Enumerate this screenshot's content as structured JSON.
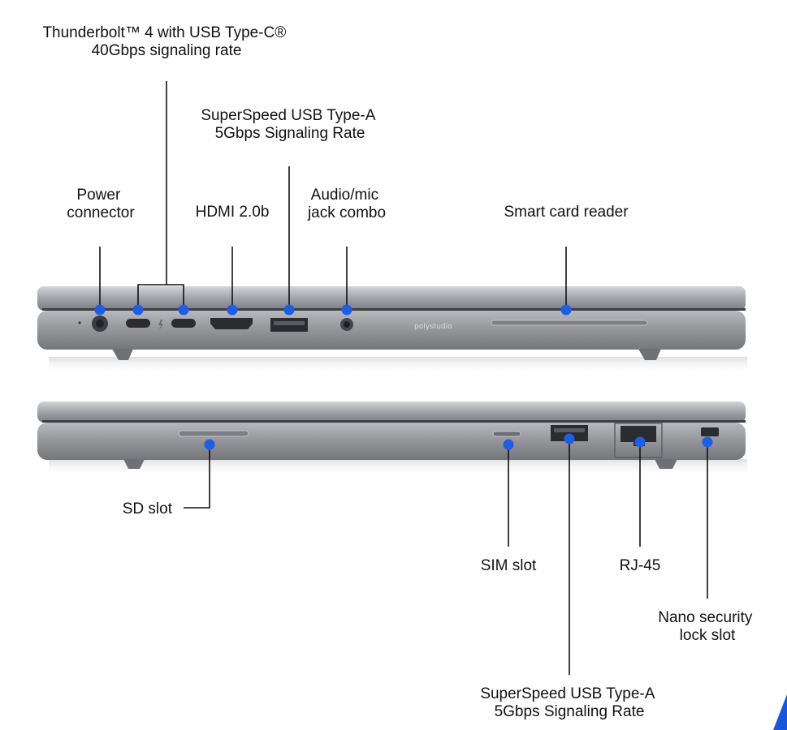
{
  "colors": {
    "dot": "#1b5ee8",
    "line": "#111111",
    "body": "#8e8f93",
    "body_dark": "#54555a",
    "accent": "#1a56db"
  },
  "labels": {
    "thunderbolt": [
      "Thunderbolt™ 4 with USB Type-C®",
      "40Gbps signaling rate"
    ],
    "usb_a_top": [
      "SuperSpeed USB Type-A",
      "5Gbps Signaling Rate"
    ],
    "power": [
      "Power",
      "connector"
    ],
    "hdmi": [
      "HDMI 2.0b"
    ],
    "audio": [
      "Audio/mic",
      "jack combo"
    ],
    "smart_card": [
      "Smart card reader"
    ],
    "sd_slot": [
      "SD slot"
    ],
    "sim_slot": [
      "SIM slot"
    ],
    "rj45": [
      "RJ-45"
    ],
    "nano_lock": [
      "Nano security",
      "lock slot"
    ],
    "usb_a_bottom": [
      "SuperSpeed USB Type-A",
      "5Gbps Signaling Rate"
    ]
  },
  "brand_text": "polystudio",
  "icons": [
    "thunderbolt-icon",
    "port-dot-icon",
    "corner-logo-icon"
  ]
}
